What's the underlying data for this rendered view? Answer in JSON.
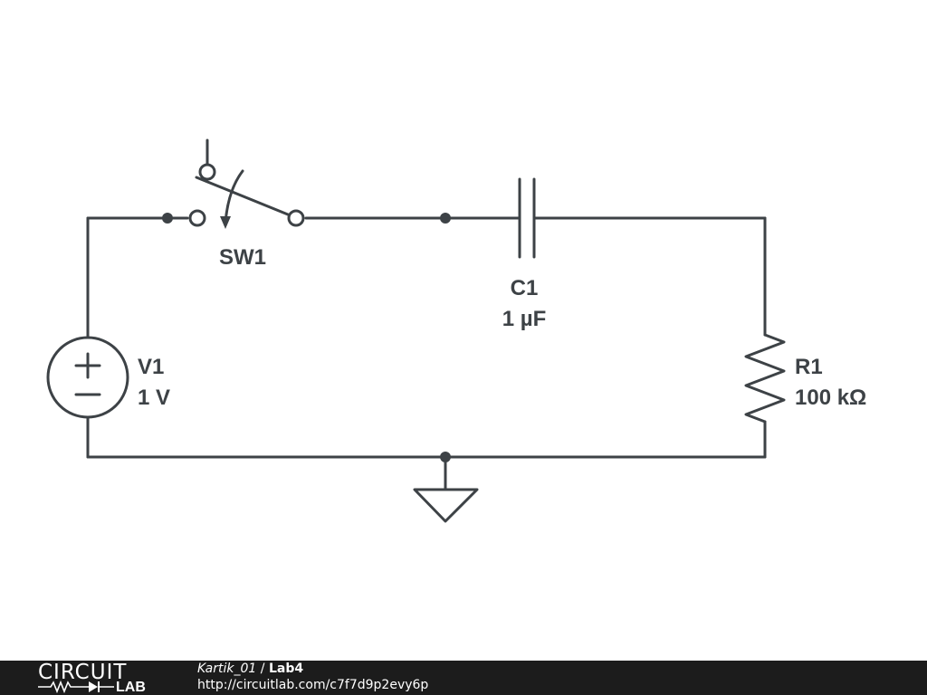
{
  "colors": {
    "wire": "#3d4246",
    "footer_bg": "#1c1c1c",
    "footer_text": "#ffffff"
  },
  "components": {
    "sw1": {
      "name": "SW1"
    },
    "c1": {
      "name": "C1",
      "value": "1 µF"
    },
    "v1": {
      "name": "V1",
      "value": "1 V"
    },
    "r1": {
      "name": "R1",
      "value": "100 kΩ"
    }
  },
  "footer": {
    "logo_top": "CIRCUIT",
    "logo_bottom": "LAB",
    "author": "Kartik_01",
    "separator": "/",
    "project": "Lab4",
    "url": "http://circuitlab.com/c7f7d9p2evy6p"
  }
}
